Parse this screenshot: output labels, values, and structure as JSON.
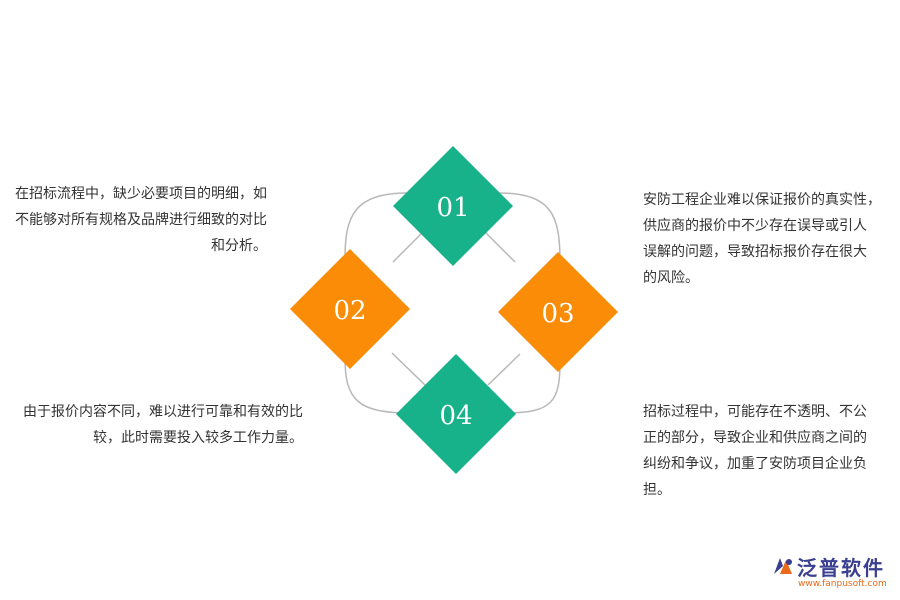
{
  "colors": {
    "green": "#17b289",
    "orange": "#fa8c08",
    "connector": "#b8b8b8",
    "text": "#333333",
    "logo_blue": "#3a3f8f",
    "logo_orange": "#e86a1a"
  },
  "diamonds": [
    {
      "id": "01",
      "label": "01",
      "color": "green"
    },
    {
      "id": "02",
      "label": "02",
      "color": "orange"
    },
    {
      "id": "03",
      "label": "03",
      "color": "orange"
    },
    {
      "id": "04",
      "label": "04",
      "color": "green"
    }
  ],
  "descriptions": {
    "top_left": [
      "在招标流程中，缺少必要项目的明细，如",
      "不能够对所有规格及品牌进行细致的对比",
      "和分析。"
    ],
    "top_right": [
      "安防工程企业难以保证报价的真实性，",
      "供应商的报价中不少存在误导或引人",
      "误解的问题，导致招标报价存在很大",
      "的风险。"
    ],
    "bottom_left": [
      "由于报价内容不同，难以进行可靠和有效的比",
      "较，此时需要投入较多工作力量。"
    ],
    "bottom_right": [
      "招标过程中，可能存在不透明、不公",
      "正的部分，导致企业和供应商之间的",
      "纠纷和争议，加重了安防项目企业负",
      "担。"
    ]
  },
  "logo": {
    "name": "泛普软件",
    "url": "www.fanpusoft.com",
    "icon": "fanpu-logo-icon"
  }
}
